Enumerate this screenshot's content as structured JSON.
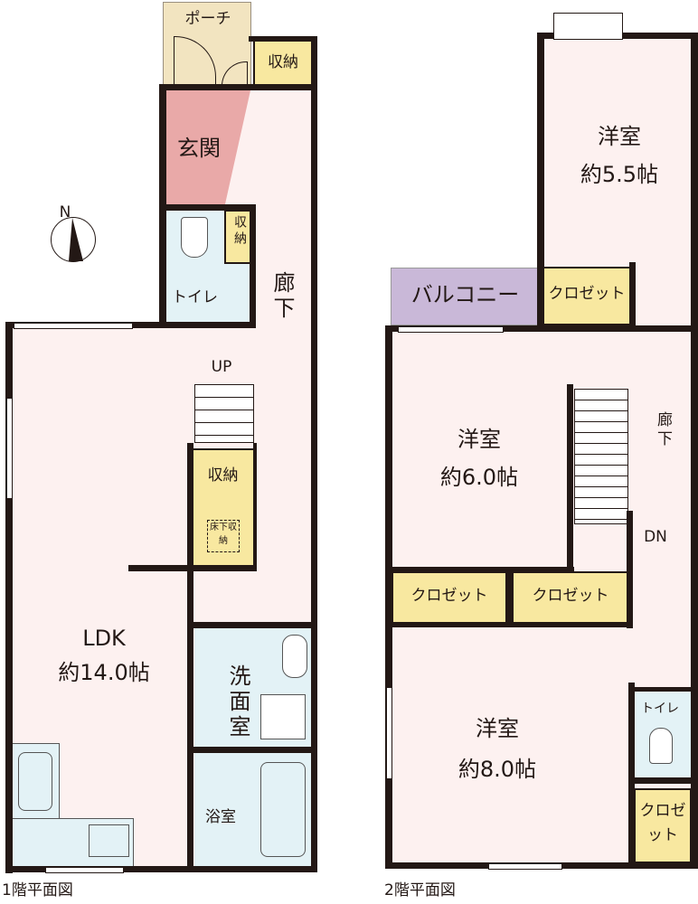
{
  "floor1": {
    "caption": "1階平面図",
    "rooms": {
      "porch": "ポーチ",
      "storage_top": "収納",
      "entrance": "玄関",
      "toilet_storage": "収納",
      "toilet": "トイレ",
      "hallway": "廊下",
      "stairs_label": "UP",
      "storage_mid": "収納",
      "underfloor_storage": "床下収納",
      "ldk_name": "LDK",
      "ldk_size": "約14.0帖",
      "washroom": "洗面室",
      "bathroom": "浴室"
    },
    "compass": "N"
  },
  "floor2": {
    "caption": "2階平面図",
    "rooms": {
      "room_a_name": "洋室",
      "room_a_size": "約5.5帖",
      "balcony": "バルコニー",
      "closet_a": "クロゼット",
      "room_b_name": "洋室",
      "room_b_size": "約6.0帖",
      "hallway": "廊下",
      "stairs_label": "DN",
      "closet_b": "クロゼット",
      "closet_c": "クロゼット",
      "room_c_name": "洋室",
      "room_c_size": "約8.0帖",
      "toilet": "トイレ",
      "closet_d": "クロゼット"
    }
  },
  "colors": {
    "wall": "#231815",
    "room": "#fdf1f0",
    "entrance": "#e9a9a8",
    "wet": "#e3f2f6",
    "storage": "#f8e8a0",
    "porch": "#f2e4c0",
    "balcony": "#c9b8d8"
  }
}
